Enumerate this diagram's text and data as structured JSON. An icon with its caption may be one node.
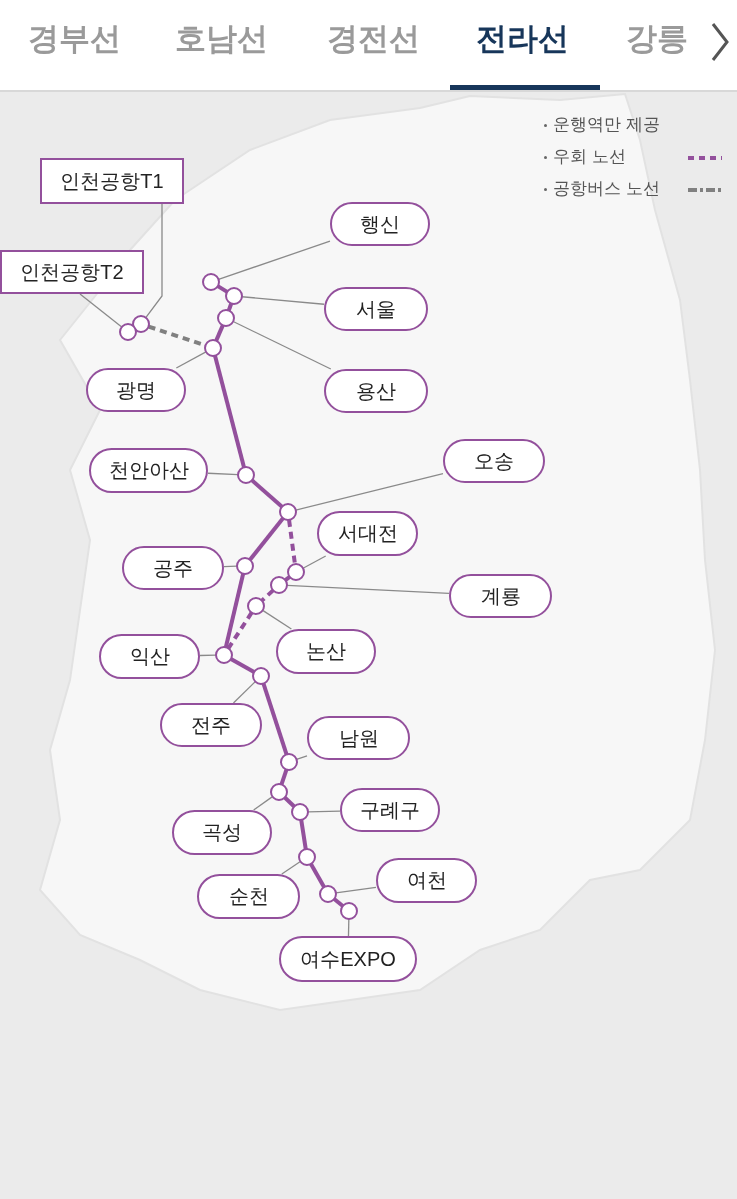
{
  "diagram": {
    "nodes": [
      {
        "text": [
          "인천공항T1"
        ]
      },
      {
        "text": [
          "행신"
        ]
      },
      {
        "text": [
          "인천공항T2"
        ]
      },
      {
        "text": [
          "서울"
        ]
      },
      {
        "text": [
          "광명"
        ]
      },
      {
        "text": [
          "용산"
        ]
      },
      {
        "text": [
          "오송"
        ]
      },
      {
        "text": [
          "천안아산"
        ]
      },
      {
        "text": [
          "서대전"
        ]
      },
      {
        "text": [
          "공주"
        ]
      },
      {
        "text": [
          "계룡"
        ]
      },
      {
        "text": [
          "논산"
        ]
      },
      {
        "text": [
          "익산"
        ]
      },
      {
        "text": [
          "전주"
        ]
      },
      {
        "text": [
          "남원"
        ]
      },
      {
        "text": [
          "구례구"
        ]
      },
      {
        "text": [
          "곡성"
        ]
      },
      {
        "text": [
          "여천"
        ]
      },
      {
        "text": [
          "순천"
        ]
      },
      {
        "text": [
          "여수EXPO"
        ]
      },
      {
        "text": [],
        "shape": "circle"
      },
      {
        "text": [],
        "shape": "circle"
      },
      {
        "text": [],
        "shape": "circle"
      },
      {
        "text": [],
        "shape": "circle"
      },
      {
        "text": [],
        "shape": "circle"
      },
      {
        "text": [],
        "shape": "circle"
      },
      {
        "text": [],
        "shape": "circle"
      },
      {
        "text": [],
        "shape": "circle"
      },
      {
        "text": [],
        "shape": "circle"
      },
      {
        "text": [],
        "shape": "circle"
      },
      {
        "text": [],
        "shape": "circle"
      },
      {
        "text": [],
        "shape": "circle"
      },
      {
        "text": [],
        "shape": "circle"
      },
      {
        "text": [],
        "shape": "circle"
      },
      {
        "text": [],
        "shape": "circle"
      },
      {
        "text": [],
        "shape": "circle"
      },
      {
        "text": [],
        "shape": "circle"
      },
      {
        "text": [],
        "shape": "circle"
      },
      {
        "text": [],
        "shape": "circle"
      },
      {
        "text": [],
        "shape": "circle"
      }
    ],
    "edges": [
      {
        "from": 0,
        "to": 20,
        "arrow": "none"
      },
      {
        "from": 1,
        "to": 21,
        "arrow": "none"
      },
      {
        "from": 2,
        "to": 22,
        "arrow": "none"
      },
      {
        "from": 3,
        "to": 23,
        "arrow": "none"
      },
      {
        "from": 4,
        "to": 24,
        "arrow": "none"
      },
      {
        "from": 5,
        "to": 25,
        "arrow": "none"
      },
      {
        "from": 6,
        "to": 26,
        "arrow": "none"
      },
      {
        "from": 7,
        "to": 27,
        "arrow": "none"
      },
      {
        "from": 8,
        "to": 28,
        "arrow": "none"
      },
      {
        "from": 9,
        "to": 29,
        "arrow": "none"
      },
      {
        "from": 10,
        "to": 30,
        "arrow": "none"
      },
      {
        "from": 11,
        "to": 31,
        "arrow": "none"
      },
      {
        "from": 12,
        "to": 32,
        "arrow": "none"
      },
      {
        "from": 13,
        "to": 33,
        "arrow": "none"
      },
      {
        "from": 14,
        "to": 34,
        "arrow": "none"
      },
      {
        "from": 15,
        "to": 35,
        "arrow": "none"
      },
      {
        "from": 16,
        "to": 36,
        "arrow": "none"
      },
      {
        "from": 17,
        "to": 37,
        "arrow": "none"
      },
      {
        "from": 18,
        "to": 38,
        "arrow": "none"
      },
      {
        "from": 19,
        "to": 39,
        "arrow": "none"
      },
      {
        "from": 21,
        "to": 23,
        "arrow": "none",
        "style": "thick",
        "color": "#93509c"
      },
      {
        "from": 23,
        "to": 25,
        "arrow": "none",
        "style": "thick",
        "color": "#93509c"
      },
      {
        "from": 25,
        "to": 24,
        "arrow": "none",
        "style": "thick",
        "color": "#93509c"
      },
      {
        "from": 24,
        "to": 27,
        "arrow": "none",
        "style": "thick",
        "color": "#93509c"
      },
      {
        "from": 27,
        "to": 26,
        "arrow": "none",
        "style": "thick",
        "color": "#93509c"
      },
      {
        "from": 26,
        "to": 29,
        "arrow": "none",
        "style": "thick",
        "color": "#93509c"
      },
      {
        "from": 29,
        "to": 32,
        "arrow": "none",
        "style": "thick",
        "color": "#93509c"
      },
      {
        "from": 26,
        "to": 28,
        "arrow": "none",
        "style": "dashed",
        "color": "#93509c"
      },
      {
        "from": 28,
        "to": 30,
        "arrow": "none",
        "style": "dashed",
        "color": "#93509c"
      },
      {
        "from": 30,
        "to": 31,
        "arrow": "none",
        "style": "dashed",
        "color": "#93509c"
      },
      {
        "from": 31,
        "to": 32,
        "arrow": "none",
        "style": "dashed",
        "color": "#93509c"
      },
      {
        "from": 32,
        "to": 33,
        "arrow": "none",
        "style": "thick",
        "color": "#93509c"
      },
      {
        "from": 33,
        "to": 34,
        "arrow": "none",
        "style": "thick",
        "color": "#93509c"
      },
      {
        "from": 34,
        "to": 36,
        "arrow": "none",
        "style": "thick",
        "color": "#93509c"
      },
      {
        "from": 36,
        "to": 35,
        "arrow": "none",
        "style": "thick",
        "color": "#93509c"
      },
      {
        "from": 35,
        "to": 38,
        "arrow": "none",
        "style": "thick",
        "color": "#93509c"
      },
      {
        "from": 38,
        "to": 37,
        "arrow": "none",
        "style": "thick",
        "color": "#93509c"
      },
      {
        "from": 37,
        "to": 39,
        "arrow": "none",
        "style": "thick",
        "color": "#93509c"
      },
      {
        "from": 20,
        "to": 24,
        "arrow": "none",
        "style": "dashed",
        "color": "#808080"
      }
    ],
    "labels": [
      "경부선",
      "호남선",
      "경전선",
      "전라선",
      "강릉",
      "운행역만 제공"
    ],
    "legend": [
      {
        "text": "우회 노선"
      },
      {
        "text": "공항버스 노선"
      }
    ]
  }
}
